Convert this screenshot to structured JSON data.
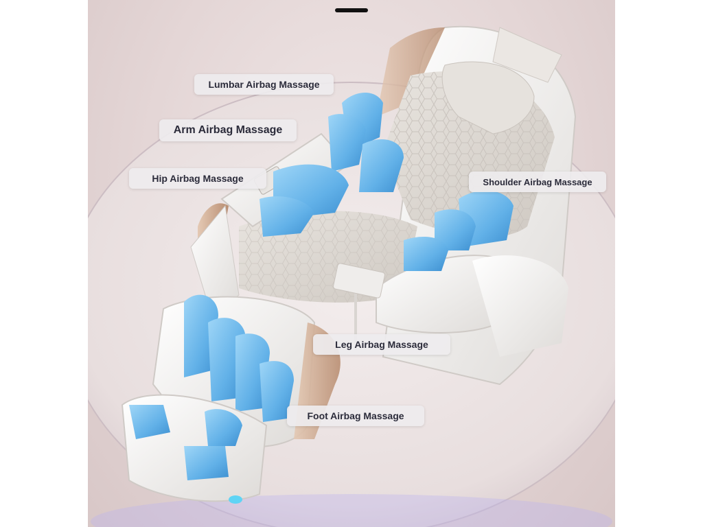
{
  "image": {
    "subject": "massage chair",
    "accent_color": "#6fb8ea",
    "shell_color": "#f1efee",
    "trim_color": "#c9a48c"
  },
  "labels": {
    "lumbar": "Lumbar Airbag Massage",
    "arm": "Arm Airbag Massage",
    "hip": "Hip Airbag Massage",
    "shoulder": "Shoulder Airbag Massage",
    "leg": "Leg Airbag Massage",
    "foot": "Foot Airbag Massage"
  }
}
